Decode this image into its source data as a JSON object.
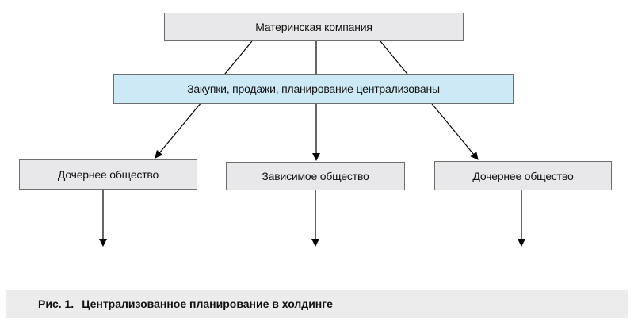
{
  "diagram": {
    "parent": "Материнская компания",
    "central": "Закупки, продажи, планирование централизованы",
    "children": [
      "Дочернее общество",
      "Зависимое общество",
      "Дочернее общество"
    ]
  },
  "caption": {
    "number": "Рис. 1.",
    "text": "Централизованное планирование в холдинге"
  }
}
